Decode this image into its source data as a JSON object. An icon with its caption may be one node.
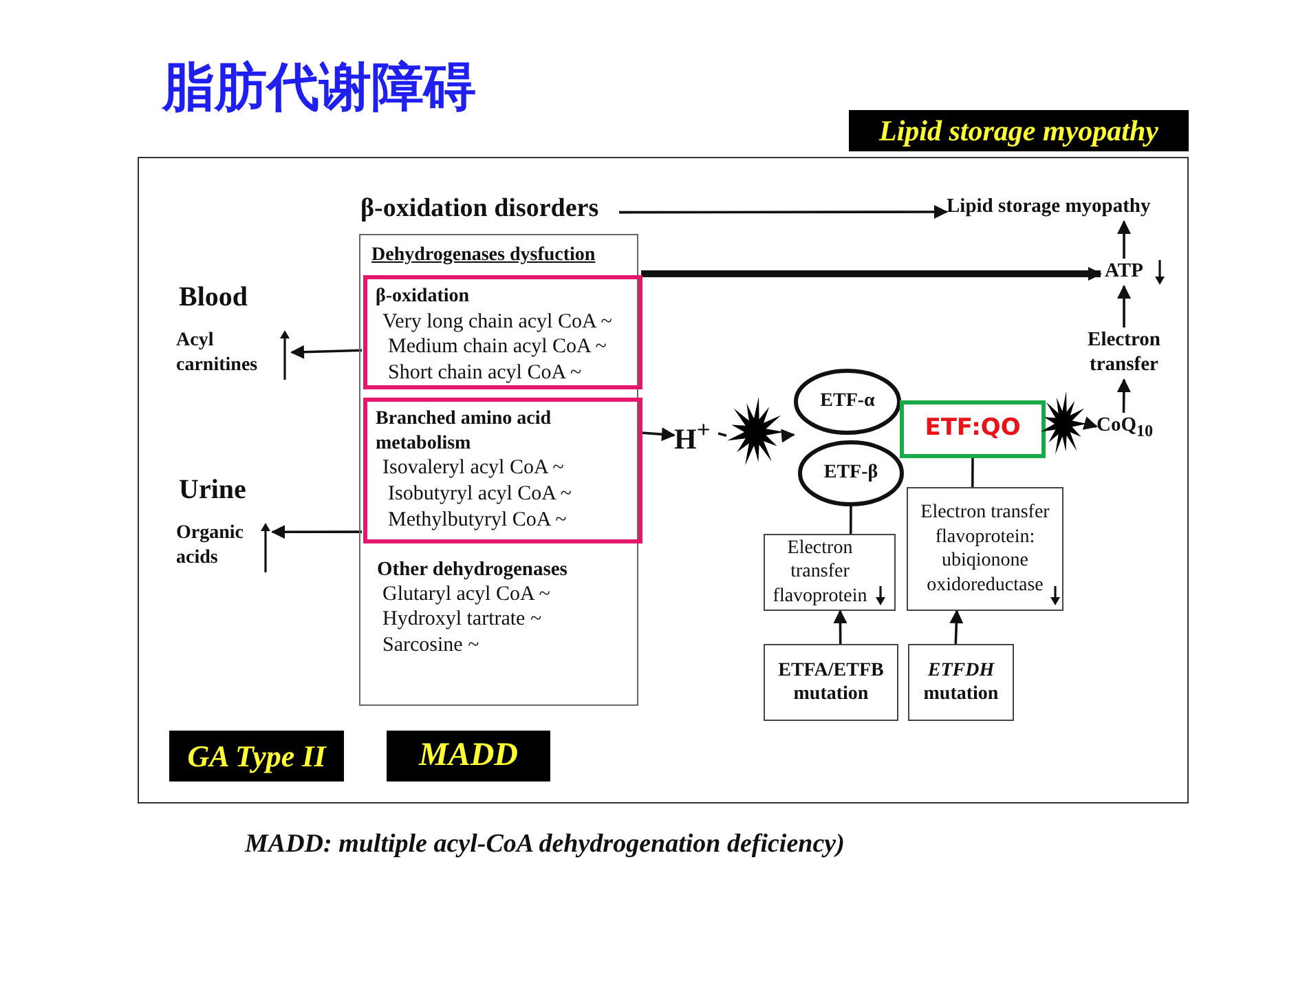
{
  "diagram": {
    "title": "脂肪代谢障碍",
    "caption": "MADD: multiple acyl-CoA dehydrogenation deficiency)",
    "nodes": [
      {
        "text": [
          "β-oxidation disorders"
        ]
      },
      {
        "text": [
          "Lipid storage myopathy"
        ]
      },
      {
        "text": [
          "Dehydrogenases dysfuction",
          "Other dehydrogenases",
          "Glutaryl acyl CoA ~",
          "Hydroxyl tartrate ~",
          "Sarcosine ~"
        ]
      },
      {
        "text": [
          "β-oxidation",
          "Very long chain acyl CoA ~",
          "Medium chain acyl CoA ~",
          "Short chain acyl CoA ~"
        ],
        "in": 2
      },
      {
        "text": [
          "Branched amino acid metabolism",
          "Isovaleryl acyl CoA ~",
          "Isobutyryl acyl CoA ~",
          "Methylbutyryl CoA ~"
        ],
        "in": 2
      },
      {
        "text": [
          "ATP"
        ]
      },
      {
        "text": [
          "Acyl carnitines"
        ],
        "beside": [
          "Blood"
        ]
      },
      {
        "text": [
          "Organic acids"
        ],
        "beside": [
          "Urine"
        ]
      },
      {
        "text": [
          "H$^{+}$"
        ]
      },
      {
        "text": [],
        "shape": "star"
      },
      {
        "text": [
          "ETF-α"
        ]
      },
      {
        "text": [
          "ETF-β"
        ]
      },
      {
        "text": [
          "ETF:QO"
        ]
      },
      {
        "text": [],
        "shape": "star"
      },
      {
        "text": [
          "CoQ$_{10}$"
        ]
      },
      {
        "text": [
          "Electron transfer"
        ]
      },
      {
        "text": [
          "Electron transfer flavoprotein"
        ]
      },
      {
        "text": [
          "Electron transfer flavoprotein: ubiqionone oxidoreductase"
        ]
      },
      {
        "text": [
          "ETFA/ETFB mutation"
        ]
      },
      {
        "text": [
          "*ETFDH* mutation"
        ]
      }
    ],
    "edges": [
      {
        "from": 0,
        "to": 1,
        "arrow": "to"
      },
      {
        "from": 3,
        "to": 5,
        "arrow": "to",
        "style": "thick"
      },
      {
        "from": 3,
        "to": 6,
        "arrow": "to"
      },
      {
        "from": 4,
        "to": 7,
        "arrow": "to"
      },
      {
        "from": 4,
        "to": 8,
        "arrow": "to"
      },
      {
        "from": 8,
        "to": 9,
        "arrow": "none"
      },
      {
        "from": 9,
        "to": 10,
        "arrow": "to"
      },
      {
        "from": 13,
        "to": 14,
        "arrow": "to"
      },
      {
        "from": 14,
        "to": 15,
        "arrow": "to"
      },
      {
        "from": 15,
        "to": 5,
        "arrow": "to"
      },
      {
        "from": 5,
        "to": 1,
        "arrow": "to"
      },
      {
        "from": 11,
        "to": 16,
        "arrow": "none"
      },
      {
        "from": 12,
        "to": 17,
        "arrow": "none"
      },
      {
        "from": 18,
        "to": 16,
        "arrow": "to"
      },
      {
        "from": 19,
        "to": 17,
        "arrow": "to"
      }
    ],
    "labels": [
      "Lipid storage myopathy",
      "GA Type II",
      "MADD"
    ]
  }
}
